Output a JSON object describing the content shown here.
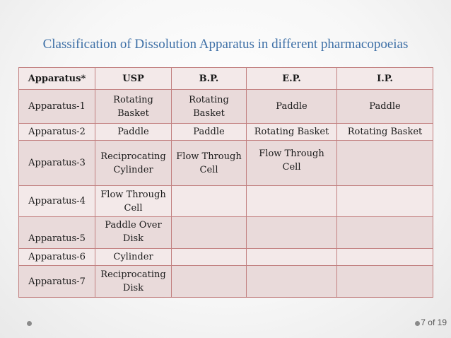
{
  "slide": {
    "title": "Classification of Dissolution Apparatus in different pharmacopoeias",
    "page_indicator": "7 of 19"
  },
  "table": {
    "headers": [
      "Apparatus*",
      "USP",
      "B.P.",
      "E.P.",
      "I.P."
    ],
    "rows": [
      [
        "Apparatus-1",
        "Rotating Basket",
        "Rotating Basket",
        "Paddle",
        "Paddle"
      ],
      [
        "Apparatus-2",
        "Paddle",
        "Paddle",
        "Rotating Basket",
        "Rotating Basket"
      ],
      [
        "Apparatus-3",
        "Reciprocating Cylinder",
        "Flow Through Cell",
        "Flow Through Cell",
        ""
      ],
      [
        "Apparatus-4",
        "Flow Through Cell",
        "",
        "",
        ""
      ],
      [
        "Apparatus-5",
        "Paddle Over Disk",
        "",
        "",
        ""
      ],
      [
        "Apparatus-6",
        "Cylinder",
        "",
        "",
        ""
      ],
      [
        "Apparatus-7",
        "Reciprocating Disk",
        "",
        "",
        ""
      ]
    ]
  },
  "colors": {
    "title": "#3d6fa6",
    "border": "#c28080",
    "row_dark": "#e9dada",
    "row_light": "#f3e9e9"
  }
}
